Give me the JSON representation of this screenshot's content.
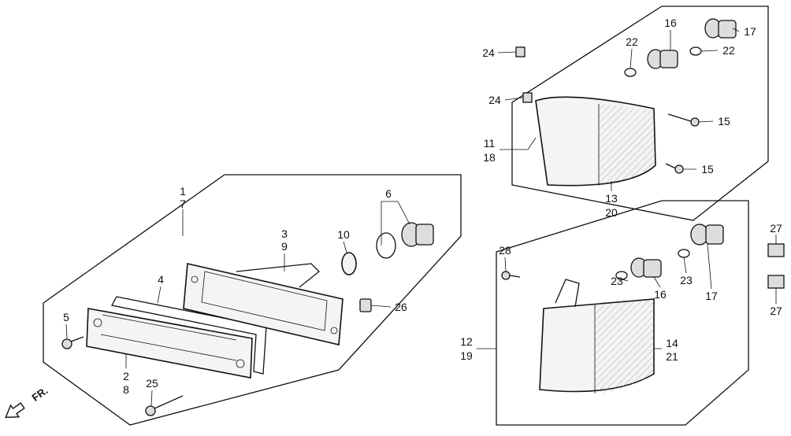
{
  "diagram": {
    "callouts": [
      "1",
      "7",
      "3",
      "9",
      "10",
      "6",
      "4",
      "5",
      "2",
      "8",
      "25",
      "26",
      "24",
      "24",
      "22",
      "16",
      "17",
      "22",
      "15",
      "15",
      "11",
      "18",
      "13",
      "20",
      "28",
      "23",
      "16",
      "23",
      "17",
      "27",
      "27",
      "12",
      "19",
      "14",
      "21"
    ],
    "direction_label": "FR."
  }
}
